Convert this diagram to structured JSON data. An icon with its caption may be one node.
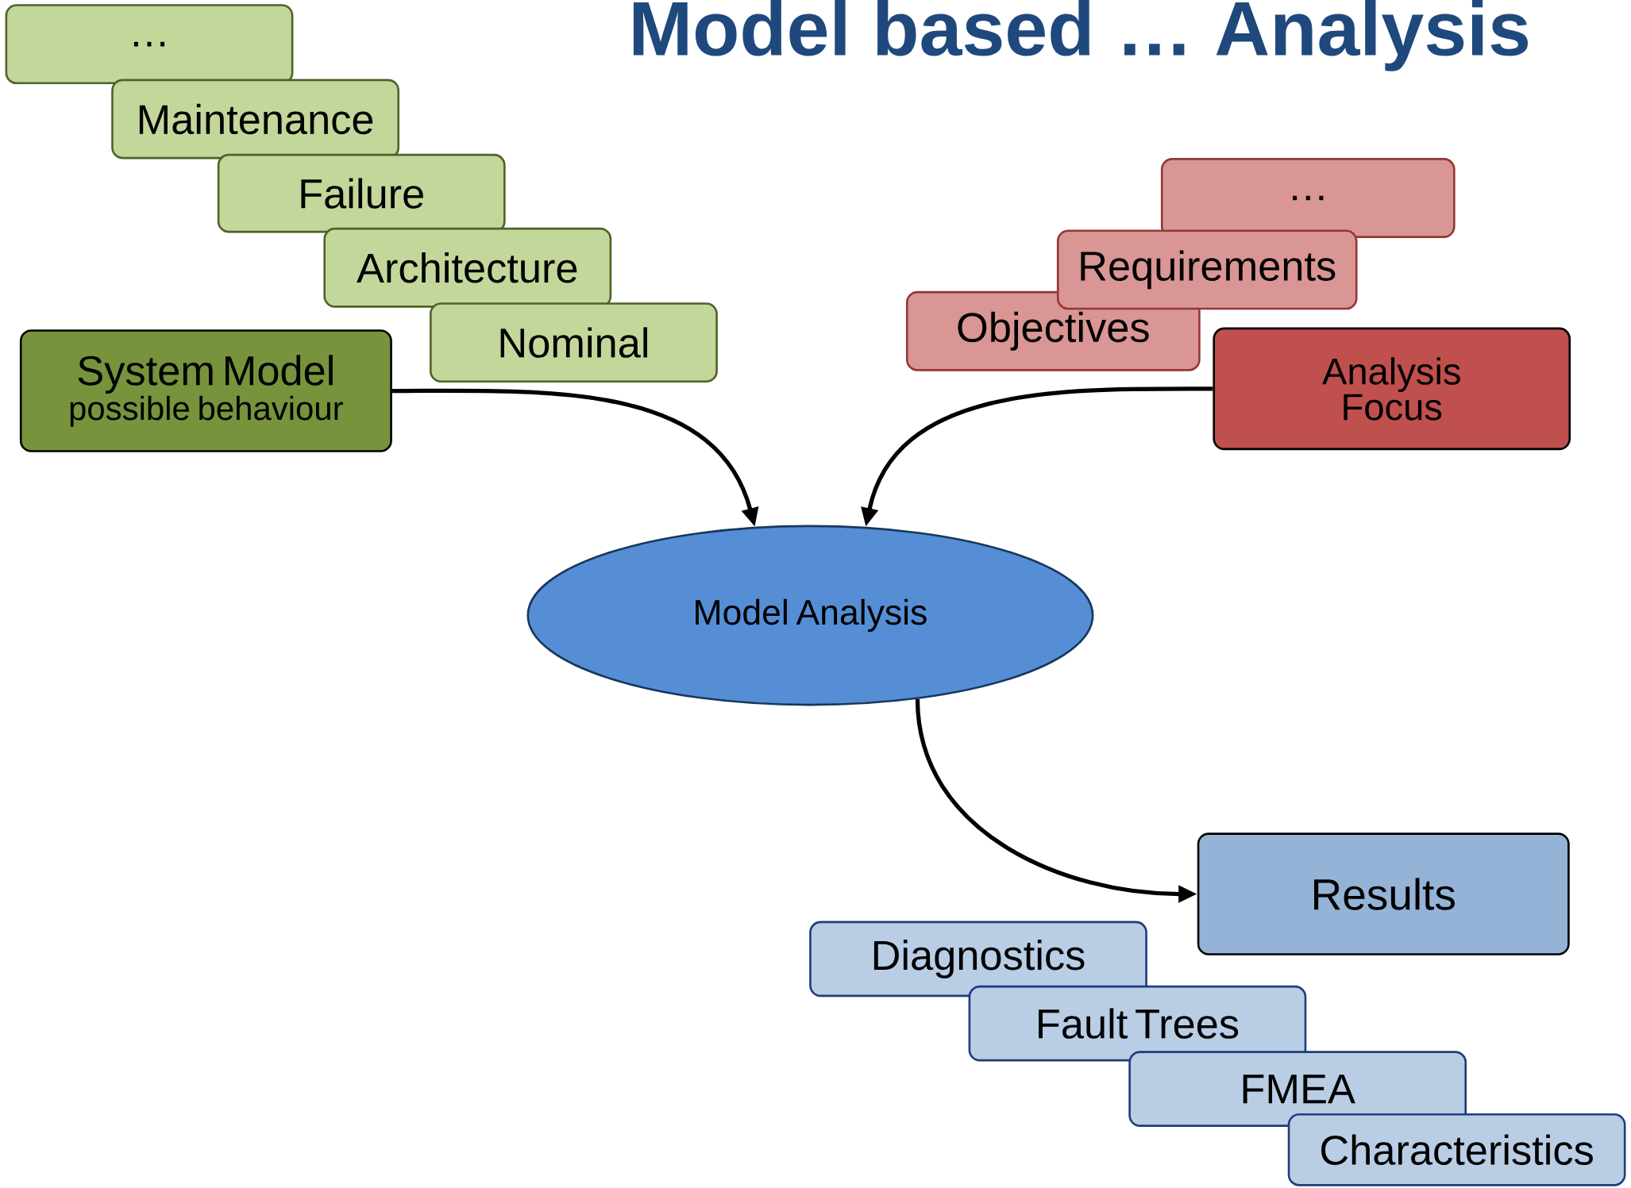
{
  "diagram": {
    "title": "Model based … Analysis",
    "nodes": [
      {
        "text": [
          "…"
        ]
      },
      {
        "text": [
          "Maintenance"
        ]
      },
      {
        "text": [
          "Failure"
        ]
      },
      {
        "text": [
          "Architecture"
        ]
      },
      {
        "text": [
          "Nominal"
        ]
      },
      {
        "text": [
          "System Model",
          "possible behaviour"
        ]
      },
      {
        "text": [
          "…"
        ]
      },
      {
        "text": [
          "Requirements"
        ]
      },
      {
        "text": [
          "Objectives"
        ]
      },
      {
        "text": [
          "Analysis Focus"
        ]
      },
      {
        "text": [
          "Model Analysis"
        ]
      },
      {
        "text": [
          "Results"
        ]
      },
      {
        "text": [
          "Diagnostics"
        ]
      },
      {
        "text": [
          "Fault Trees"
        ]
      },
      {
        "text": [
          "FMEA"
        ]
      },
      {
        "text": [
          "Characteristics"
        ]
      }
    ],
    "edges": [
      {
        "from": 5,
        "to": 10,
        "arrow": "to"
      },
      {
        "from": 9,
        "to": 10,
        "arrow": "to"
      },
      {
        "from": 10,
        "to": 11,
        "arrow": "to"
      }
    ]
  }
}
